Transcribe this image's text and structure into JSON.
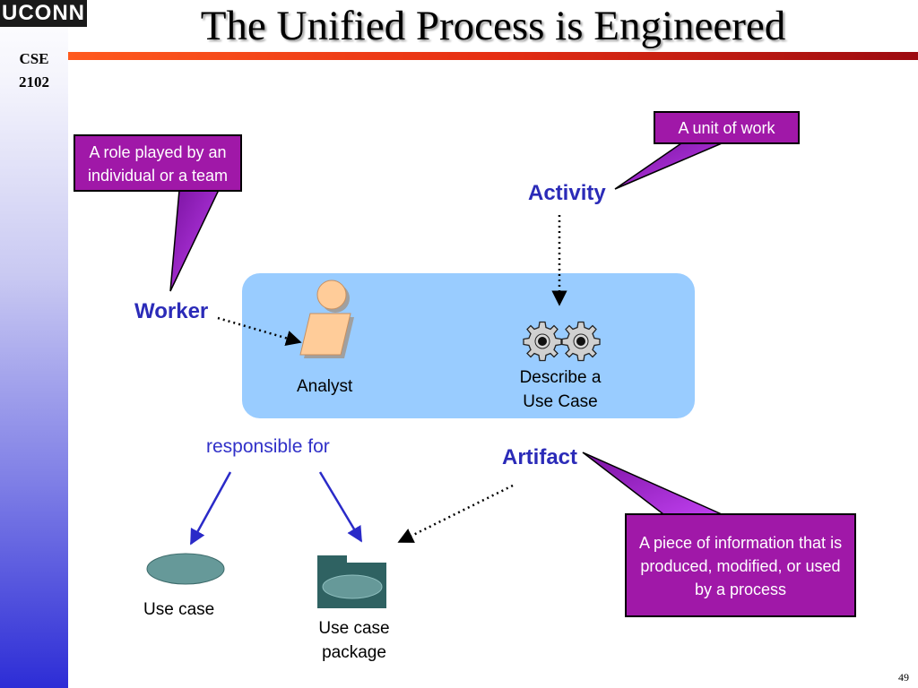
{
  "header": {
    "logo": "UCONN",
    "course_line1": "CSE",
    "course_line2": "2102",
    "title": "The Unified Process is Engineered"
  },
  "diagram": {
    "worker_label": "Worker",
    "activity_label": "Activity",
    "artifact_label": "Artifact",
    "responsible_label": "responsible for",
    "analyst_label": "Analyst",
    "describe_line1": "Describe a",
    "describe_line2": "Use Case",
    "use_case_label": "Use case",
    "use_case_package_line1": "Use case",
    "use_case_package_line2": "package"
  },
  "callouts": {
    "role_line1": "A role played by an",
    "role_line2": "individual or a team",
    "unit_of_work": "A unit of work",
    "piece_line1": "A piece of information that is",
    "piece_line2": "produced, modified, or used",
    "piece_line3": "by a process"
  },
  "footer": {
    "page_number": "49"
  },
  "colors": {
    "callout_fill": "#a018a8",
    "label_blue": "#2b2bb8",
    "process_box": "#99ccff",
    "title_bar_start": "#ff5a1e",
    "title_bar_end": "#9c0a10"
  }
}
